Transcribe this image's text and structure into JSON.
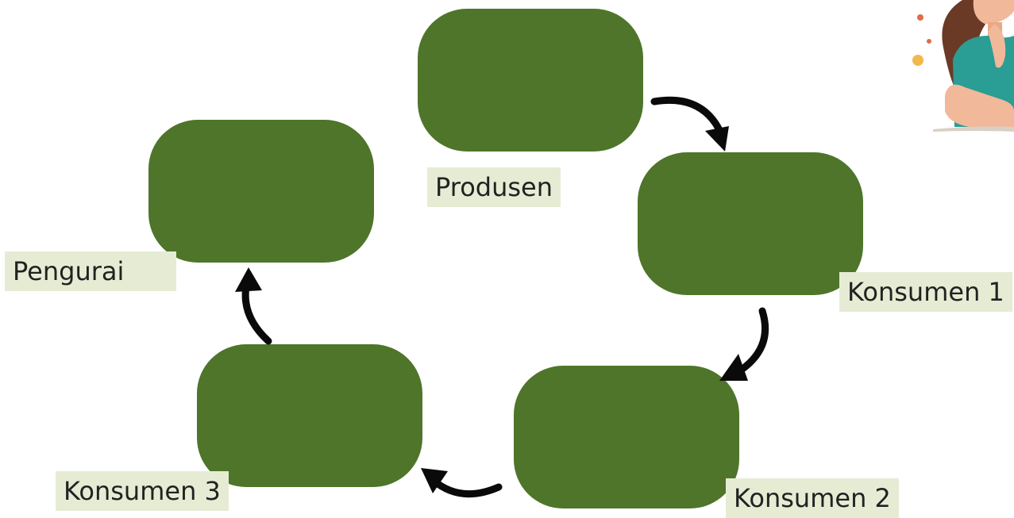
{
  "diagram": {
    "nodes": [
      {
        "id": "produsen",
        "label": "Produsen"
      },
      {
        "id": "konsumen1",
        "label": "Konsumen 1"
      },
      {
        "id": "konsumen2",
        "label": "Konsumen 2"
      },
      {
        "id": "konsumen3",
        "label": "Konsumen 3"
      },
      {
        "id": "pengurai",
        "label": "Pengurai"
      }
    ],
    "edges": [
      {
        "from": "produsen",
        "to": "konsumen1"
      },
      {
        "from": "konsumen1",
        "to": "konsumen2"
      },
      {
        "from": "konsumen2",
        "to": "konsumen3"
      },
      {
        "from": "konsumen3",
        "to": "pengurai"
      }
    ]
  },
  "colors": {
    "node_fill": "#4e752a",
    "label_background": "#e6ecd4",
    "arrow": "#0a0a0a"
  }
}
